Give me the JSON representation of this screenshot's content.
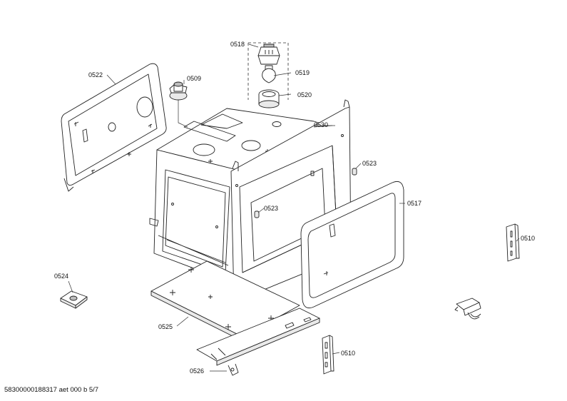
{
  "parts": [
    {
      "key": "p0518",
      "number": "0518"
    },
    {
      "key": "p0519",
      "number": "0519"
    },
    {
      "key": "p0520",
      "number": "0520"
    },
    {
      "key": "p0522",
      "number": "0522"
    },
    {
      "key": "p0509",
      "number": "0509"
    },
    {
      "key": "p0530",
      "number": "0530"
    },
    {
      "key": "p0523a",
      "number": "0523"
    },
    {
      "key": "p0523b",
      "number": "0523"
    },
    {
      "key": "p0517",
      "number": "0517"
    },
    {
      "key": "p0510a",
      "number": "0510"
    },
    {
      "key": "p0524",
      "number": "0524"
    },
    {
      "key": "p0525",
      "number": "0525"
    },
    {
      "key": "p0510b",
      "number": "0510"
    },
    {
      "key": "p0526",
      "number": "0526"
    }
  ],
  "footer": {
    "document_id": "58300000188317 aet 000 b 5/7"
  }
}
